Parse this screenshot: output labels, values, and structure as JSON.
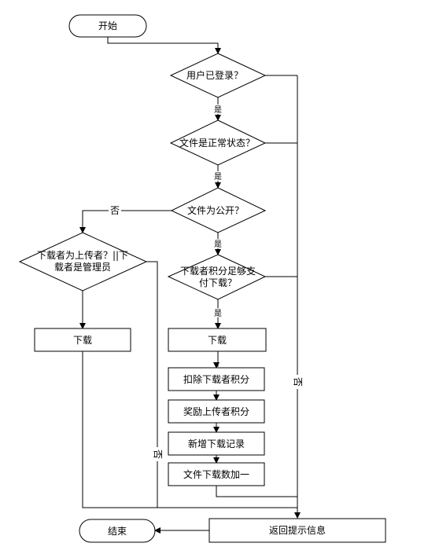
{
  "nodes": {
    "start": "开始",
    "q_logged_in": "用户已登录？",
    "q_file_normal": "文件是正常状态？",
    "q_file_public": "文件为公开？",
    "q_uploader_admin_line1": "下载者为上传者？||下",
    "q_uploader_admin_line2": "载者是管理员",
    "download_left": "下载",
    "q_points_line1": "下载者积分足够支",
    "q_points_line2": "付下载？",
    "download_right": "下载",
    "deduct_points": "扣除下载者积分",
    "reward_points": "奖励上传者积分",
    "add_record": "新增下载记录",
    "count_plus_one": "文件下载数加一",
    "return_info": "返回提示信息",
    "end": "结束"
  },
  "edge_labels": {
    "yes": "是",
    "no": "否"
  },
  "colors": {
    "stroke": "#000000",
    "fill": "#ffffff",
    "text": "#000000"
  }
}
